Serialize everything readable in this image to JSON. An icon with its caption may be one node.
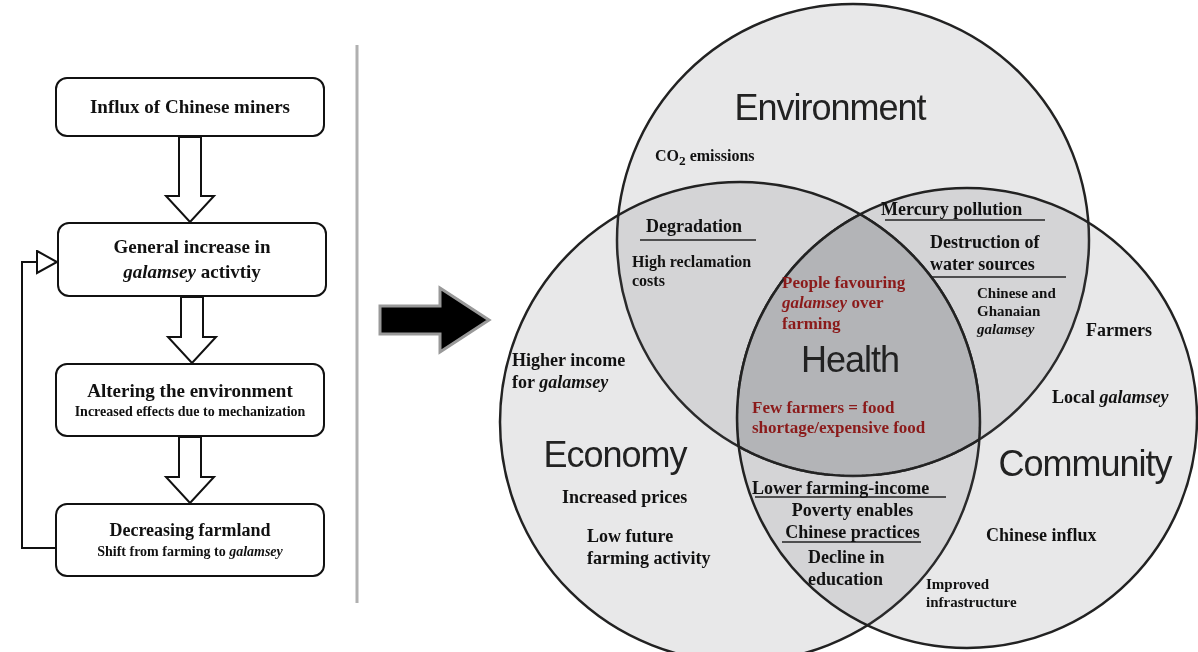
{
  "diagram": {
    "nodes": [
      {
        "text": [
          "Influx of Chinese miners"
        ]
      },
      {
        "text": [
          "General increase in *galamsey* activtiy"
        ]
      },
      {
        "text": [
          "Altering the environment",
          "Increased effects due to mechanization"
        ]
      },
      {
        "text": [
          "Decreasing farmland",
          "Shift from farming to *galamsey*"
        ]
      },
      {
        "text": [
          "Environment",
          "CO$_{2}$ emissions"
        ]
      },
      {
        "text": [
          "Higher income for *galamsey*",
          "Economy",
          "Increased prices",
          "Low future farming activity"
        ]
      },
      {
        "text": [
          "Farmers",
          "Local *galamsey*",
          "Community",
          "Chinese influx",
          "Improved infrastructure"
        ]
      },
      {
        "text": [
          "People favouring *galamsey* over farming",
          "Health",
          "Few farmers = food shortage/expensive food"
        ]
      }
    ],
    "edges": [
      {
        "from": 0,
        "to": 1,
        "arrow": "to"
      },
      {
        "from": 1,
        "to": 2,
        "arrow": "to"
      },
      {
        "from": 2,
        "to": 3,
        "arrow": "to"
      },
      {
        "from": 3,
        "to": 1,
        "arrow": "to"
      }
    ],
    "labels": [
      "Degradation",
      "High reclamation costs",
      "Mercury pollution",
      "Destruction of water sources",
      "Chinese and Ghanaian *galamsey*",
      "Lower farming-income",
      "Poverty enables Chinese practices",
      "Decline in education"
    ]
  }
}
